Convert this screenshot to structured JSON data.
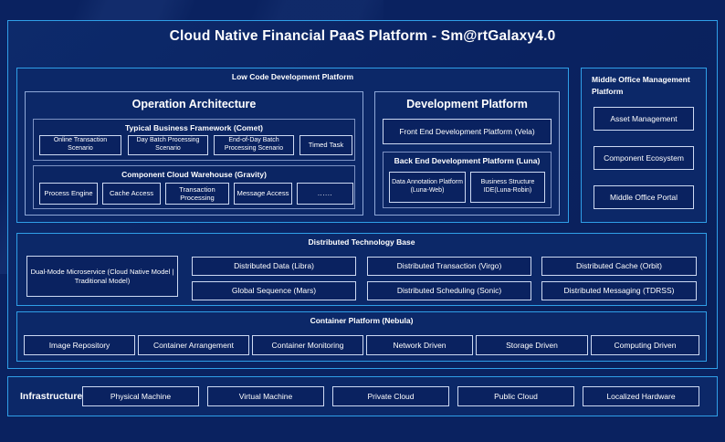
{
  "header": {
    "title": "Cloud Native Financial PaaS Platform - Sm@rtGalaxy4.0"
  },
  "low_code": {
    "heading": "Low Code Development Platform",
    "operation_architecture": {
      "title": "Operation Architecture",
      "business_framework": {
        "heading": "Typical Business Framework (Comet)",
        "items": [
          "Online Transaction Scenario",
          "Day Batch Processing Scenario",
          "End-of-Day Batch Processing Scenario",
          "Timed Task"
        ]
      },
      "component_warehouse": {
        "heading": "Component Cloud Warehouse (Gravity)",
        "items": [
          "Process Engine",
          "Cache Access",
          "Transaction Processing",
          "Message Access",
          "......"
        ]
      }
    },
    "development_platform": {
      "title": "Development Platform",
      "front_end": "Front End Development Platform (Vela)",
      "back_end": {
        "heading": "Back End Development Platform (Luna)",
        "items": [
          "Data Annotation Platform (Luna-Web)",
          "Business Structure IDE(Luna-Robin)"
        ]
      }
    }
  },
  "middle_office": {
    "heading": "Middle Office Management Platform",
    "items": [
      "Asset Management",
      "Component Ecosystem",
      "Middle Office Portal"
    ]
  },
  "distributed": {
    "heading": "Distributed Technology Base",
    "highlight": "Dual-Mode Microservice (Cloud Native Model | Traditional Model)",
    "items": [
      "Distributed Data (Libra)",
      "Distributed Transaction (Virgo)",
      "Distributed Cache (Orbit)",
      "Global Sequence (Mars)",
      "Distributed Scheduling (Sonic)",
      "Distributed Messaging (TDRSS)"
    ]
  },
  "container": {
    "heading": "Container Platform (Nebula)",
    "items": [
      "Image Repository",
      "Container Arrangement",
      "Container Monitoring",
      "Network Driven",
      "Storage Driven",
      "Computing Driven"
    ]
  },
  "infrastructure": {
    "label": "Infrastructure",
    "items": [
      "Physical Machine",
      "Virtual Machine",
      "Private Cloud",
      "Public Cloud",
      "Localized Hardware"
    ]
  },
  "colors": {
    "background": "#0a2260",
    "accent_border": "#2f9fe8",
    "cell_border": "#cdd9f2",
    "text": "#ffffff"
  }
}
